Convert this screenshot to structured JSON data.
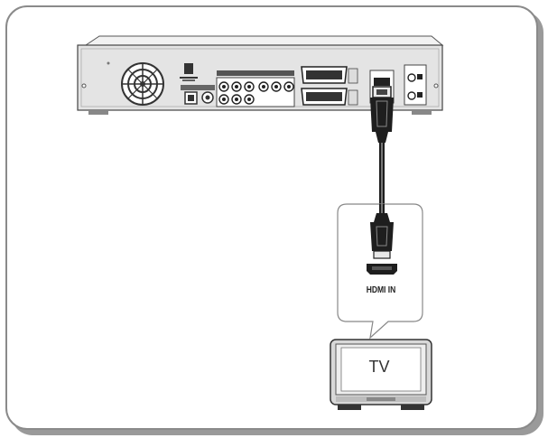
{
  "labels": {
    "hdmi_in": "HDMI IN",
    "tv": "TV"
  },
  "icons": {
    "player_rear_panel": "dvd-player-rear-panel",
    "cable": "hdmi-cable",
    "plug": "hdmi-plug",
    "port": "hdmi-port",
    "tv": "television"
  },
  "colors": {
    "frame_border": "#8a8a8a",
    "frame_shadow": "#9a9a9a",
    "device_body": "#e4e4e4",
    "connector": "#1e1e1e"
  }
}
